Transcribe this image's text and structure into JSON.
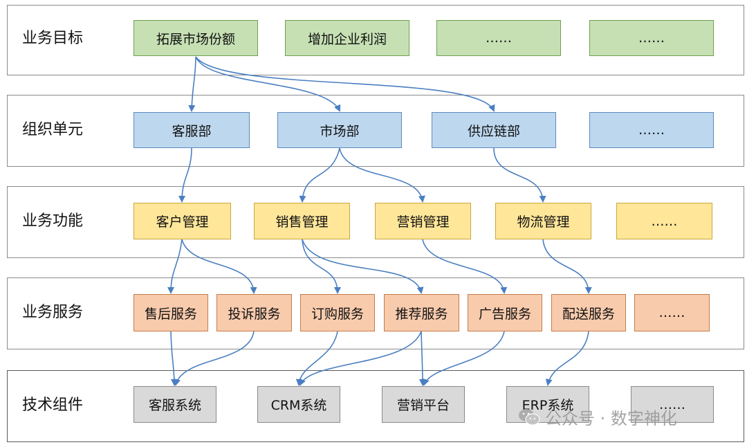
{
  "layers": {
    "goal": {
      "label": "业务目标",
      "items": [
        "拓展市场份额",
        "增加企业利润",
        "……",
        "……"
      ]
    },
    "org": {
      "label": "组织单元",
      "items": [
        "客服部",
        "市场部",
        "供应链部",
        "……"
      ]
    },
    "function": {
      "label": "业务功能",
      "items": [
        "客户管理",
        "销售管理",
        "营销管理",
        "物流管理",
        "……"
      ]
    },
    "service": {
      "label": "业务服务",
      "items": [
        "售后服务",
        "投诉服务",
        "订购服务",
        "推荐服务",
        "广告服务",
        "配送服务",
        "……"
      ]
    },
    "component": {
      "label": "技术组件",
      "items": [
        "客服系统",
        "CRM系统",
        "营销平台",
        "ERP系统",
        "……"
      ]
    }
  },
  "watermark": {
    "text": "公众号 · 数字神化",
    "icon": "wechat-icon"
  },
  "colors": {
    "goal": "#c6e0b4",
    "org": "#bdd7ee",
    "function": "#ffe699",
    "service": "#f8cbad",
    "component": "#d9d9d9",
    "arrow": "#4a7fc1"
  }
}
